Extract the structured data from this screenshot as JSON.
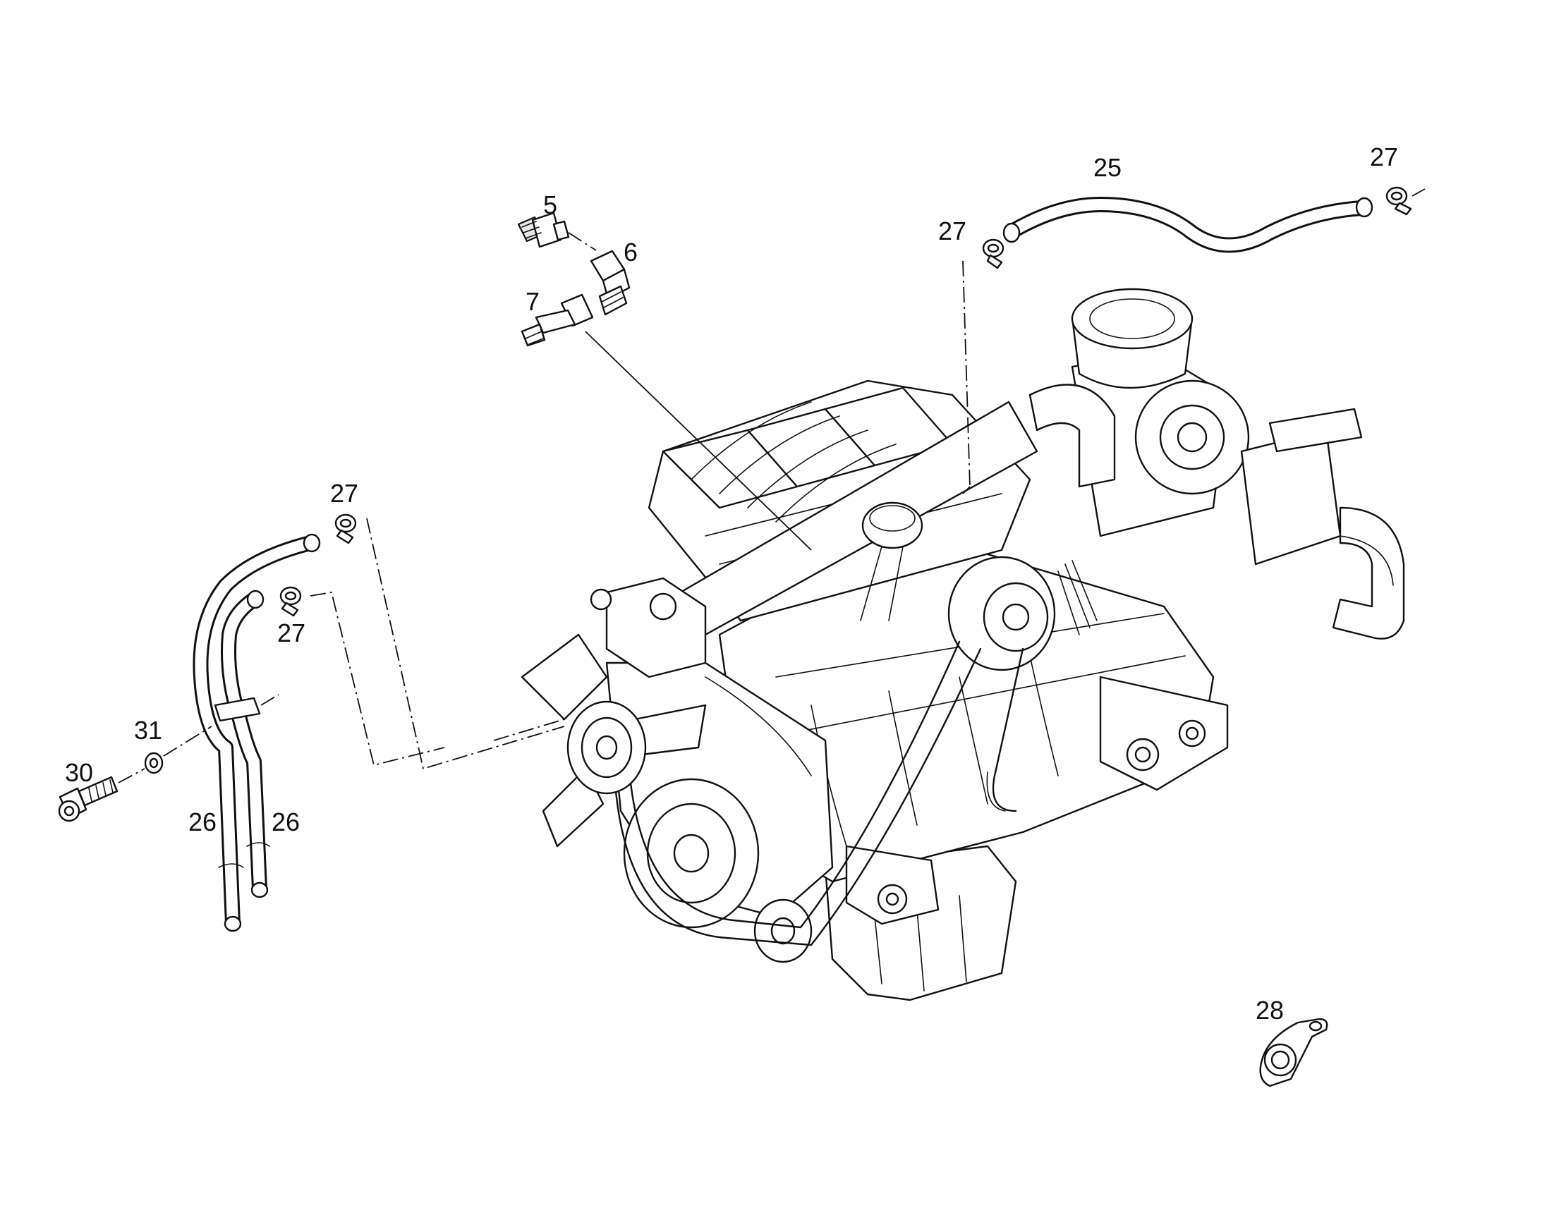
{
  "callouts": [
    {
      "id": "c5",
      "text": "5"
    },
    {
      "id": "c6",
      "text": "6"
    },
    {
      "id": "c7",
      "text": "7"
    },
    {
      "id": "c25",
      "text": "25"
    },
    {
      "id": "c27a",
      "text": "27"
    },
    {
      "id": "c27b",
      "text": "27"
    },
    {
      "id": "c27c",
      "text": "27"
    },
    {
      "id": "c27d",
      "text": "27"
    },
    {
      "id": "c26a",
      "text": "26"
    },
    {
      "id": "c26b",
      "text": "26"
    },
    {
      "id": "c30",
      "text": "30"
    },
    {
      "id": "c31",
      "text": "31"
    },
    {
      "id": "c28",
      "text": "28"
    }
  ]
}
